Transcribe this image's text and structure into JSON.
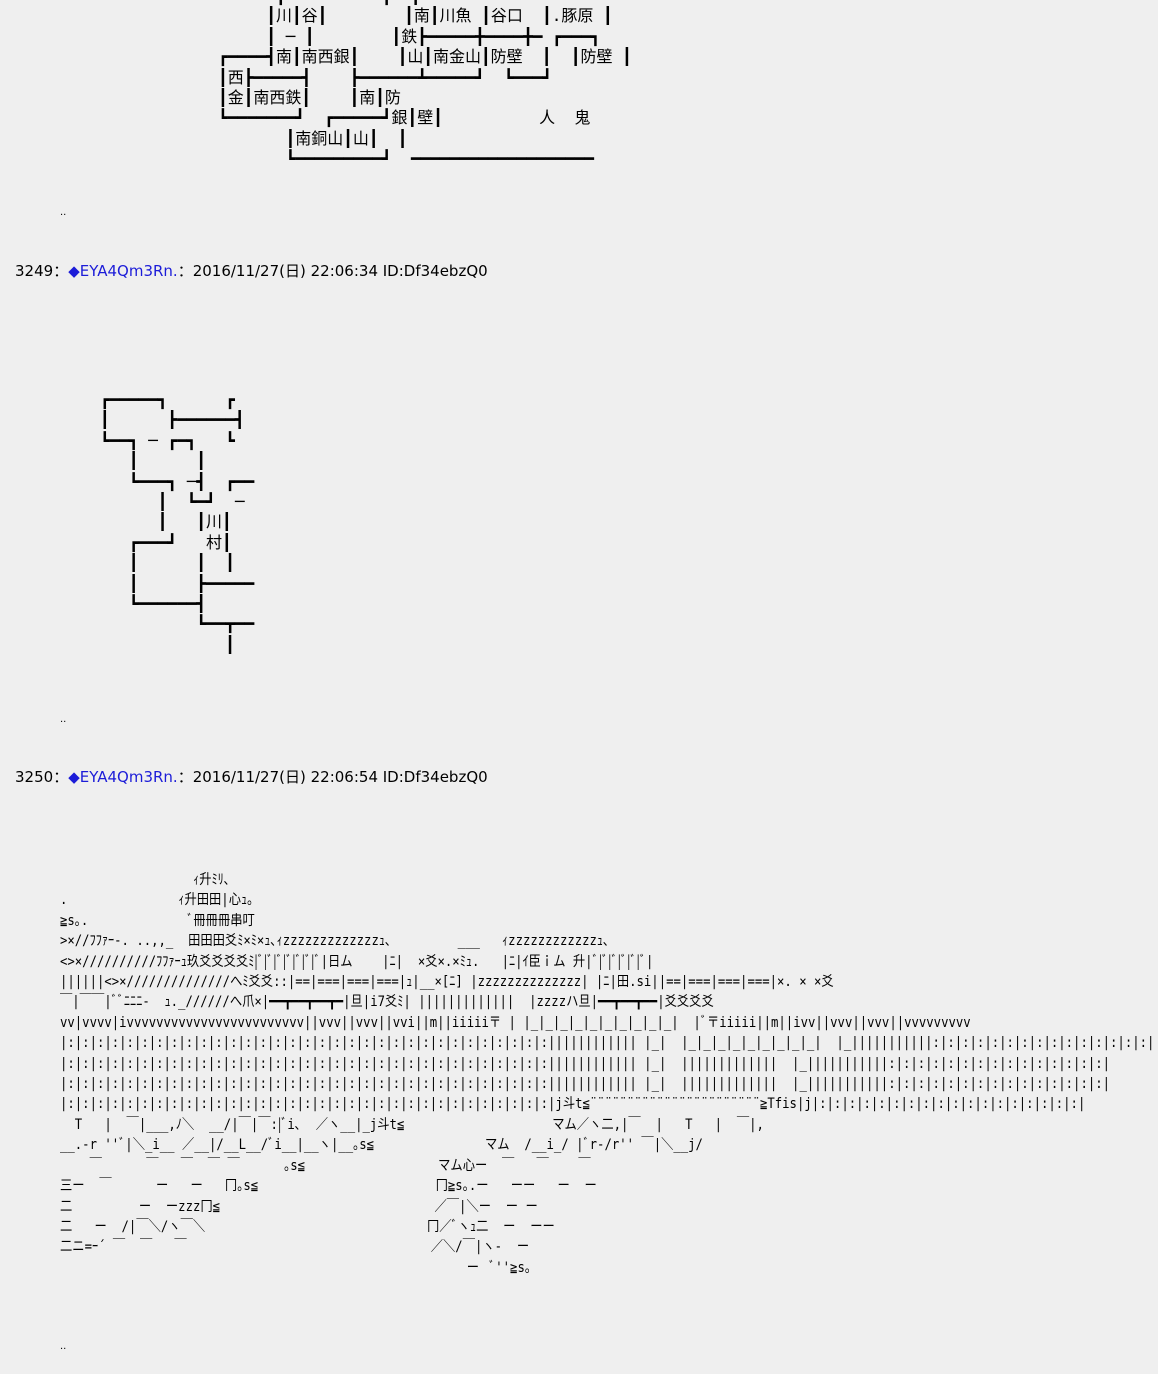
{
  "top_map_text": "  ┗━━━━━┛  ┏━━━━━━━━━━┓  ┃  ┗━━━┛\n          ┃川┃谷┃        ┃南┃川魚 ┃谷口  ┃.豚原 ┃\n          ┃ ─ ┃        ┃鉄┣━━━━━╋━━━━╋━ ┏━━━┓\n     ┏━━━━┫南┃南西銀┃    ┃山┃南金山┃防壁  ┃  ┃防壁 ┃\n     ┃西┣━━━━━┫    ┣━━━━━━┻━━━━━┛  ┗━━━┛\n     ┃金┃南西鉄┃    ┃南┃防\n     ┗━━━━━━━┛  ┏━━━━━┛銀┃壁┃          人  鬼\n            ┃南銅山┃山┃  ┃\n            ┗━━━━━━━━━┛  ━━━━━━━━━━━━━━━━━━━",
  "posts": [
    {
      "number": "3249",
      "sep": "：",
      "trip": "◆EYA4Qm3Rn.",
      "meta": "：2016/11/27(日) 22:06:34 ID:Df34ebzQ0",
      "aa": "┏━━━━━┓      ┏\n┃      ┣━━━━━━┫\n┗━━┓ ─ ┏━┓   ┗\n   ┃      ┃\n   ┗━━━┓ ─┫  ┏━━\n      ┃  ┗━┛  ─\n      ┃   ┃川┃\n   ┏━━━┛   村┃\n   ┃      ┃  ┃\n   ┃      ┣━━━━━\n   ┗━━━━━━┫\n          ┗━━┳━━\n             ┃"
    },
    {
      "number": "3250",
      "sep": "：",
      "trip": "◆EYA4Qm3Rn.",
      "meta": "：2016/11/27(日) 22:06:54 ID:Df34ebzQ0",
      "aa": "                  ｨ升ﾐﾘ､\n.               ｨ升田田|心ｭ｡\n≧s｡.              ﾞ冊冊冊串叮\n>×//ﾌﾌｧｰ-. ..,,_  田田田爻ﾐ×ﾐ×ｭ､ｨzzzzzzzzzzzzzｭ､         ___   ｨzzzzzzzzzzzzｭ､\n<>×//////////ﾌﾌｧｰｭ玖爻爻爻爻ﾐ|ﾞ|ﾞ|ﾞ|ﾞ|ﾞ|ﾞ|ﾞ|日ム    |ﾆ|  ×爻×.×ﾐｭ.   |ﾆ|ｲ臣ｉム 升|ﾞ|ﾞ|ﾞ|ﾞ|ﾞ|ﾞ|\n||||||<>×//////////////へﾐ爻爻::|==|===|===|===|ｭ|__×[ﾆ] |zzzzzzzzzzzzzz| |ﾆ|田.si||==|===|===|===|×. × ×爻\n￣|￣￣|ﾞﾞﾆﾆﾆ-  ｭ._//////へ爪×|━━┳━━┳━━┳━|旦|i7爻ﾐ| |||||||||||||  |zzzzハ旦|━━┳━━┳━━|爻爻爻爻\nvv|vvvv|ivvvvvvvvvvvvvvvvvvvvvvvv||vvv||vvv||vvi||m||iiiii〒 | |_|_|_|_|_|_|_|_|_|_|  |ﾞ〒iiiii||m||ivv||vvv||vvv||vvvvvvvvv\n|:|:|:|:|:|:|:|:|:|:|:|:|:|:|:|:|:|:|:|:|:|:|:|:|:|:|:|:|:|:|:|:|:|||||||||||| |_|  |_|_|_|_|_|_|_|_|_|  |_|||||||||||:|:|:|:|:|:|:|:|:|:|:|:|:|:|:|\n|:|:|:|:|:|:|:|:|:|:|:|:|:|:|:|:|:|:|:|:|:|:|:|:|:|:|:|:|:|:|:|:|:|||||||||||| |_|  |||||||||||||  |_|||||||||||:|:|:|:|:|:|:|:|:|:|:|:|:|:|:|\n|:|:|:|:|:|:|:|:|:|:|:|:|:|:|:|:|:|:|:|:|:|:|:|:|:|:|:|:|:|:|:|:|:|||||||||||| |_|  |||||||||||||  |_|||||||||||:|:|:|:|:|:|:|:|:|:|:|:|:|:|:|\n|:|:|:|:|:|:|:|:|:|:|:|:|:|:|:|:|:|:|:|:|:|:|:|:|:|:|:|:|:|:|:|:|:|j斗t≦¨¨¨¨¨¨¨¨¨¨¨¨¨¨¨¨¨¨¨¨¨¨¨≧Tfis|j|:|:|:|:|:|:|:|:|:|:|:|:|:|:|:|:|:|:|\n  T   |  ￣|___,ﾉ＼  __/|￣|￣:|ﾞi､  ／ヽ__|_j斗t≦                    マム／ヽ二,|￣  |   T   |  ￣|,\n__.-r ''ﾞ|＼_i__ ／__|/__L__/ﾞi__|__ヽ|__｡s≦               マム  /__i_/ |ﾞr-/r'' ￣|＼__j/\n    ￣      ￣   ￣  ￣ ￣      ｡s≦                  マム心ー  ￣   ￣    ￣\n三ー  ￣      ー   ー   冂｡s≦                        冂≧s｡.ー   ーー   ー  ー\n二         ー  ーzzz冂≦                             ／￣|＼ー  ー ー\n二   ー  /|￣＼/ヽ￣＼                              冂／ﾞヽｭ二  ー  ーー\n二ニ=ｰ´ ￣  ￣   ￣                                 ／＼/￣|ヽ-  ー\n                                                       ー  ﾞ''≧s｡"
    }
  ],
  "separator_dots": [
    ".."
  ]
}
